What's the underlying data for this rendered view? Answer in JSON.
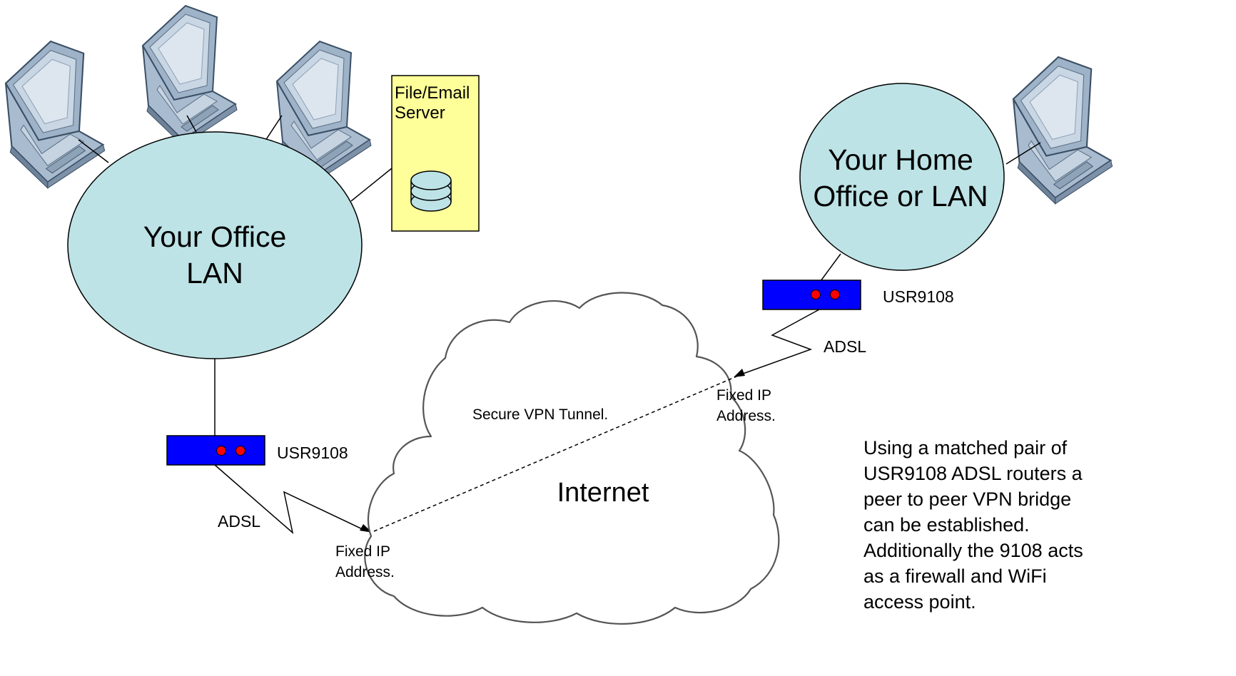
{
  "diagram": {
    "office_lan": {
      "label_line1": "Your Office",
      "label_line2": "LAN"
    },
    "home_lan": {
      "label_line1": "Your Home",
      "label_line2": "Office or LAN"
    },
    "server": {
      "label_line1": "File/Email",
      "label_line2": "Server"
    },
    "router_office": {
      "label": "USR9108"
    },
    "router_home": {
      "label": "USR9108"
    },
    "adsl_office": {
      "label": "ADSL"
    },
    "adsl_home": {
      "label": "ADSL"
    },
    "fixed_ip_office": {
      "line1": "Fixed IP",
      "line2": "Address."
    },
    "fixed_ip_home": {
      "line1": "Fixed IP",
      "line2": "Address."
    },
    "tunnel": {
      "label": "Secure VPN Tunnel."
    },
    "internet": {
      "label": "Internet"
    },
    "description": {
      "lines": [
        "Using a matched pair of",
        "USR9108 ADSL routers a",
        "peer to peer VPN bridge",
        "can be established.",
        "Additionally the 9108 acts",
        "as a firewall and WiFi",
        "access point."
      ]
    },
    "colors": {
      "lan_fill": "#bde3e6",
      "server_fill": "#ffff99",
      "router_fill": "#0000ff",
      "led": "#ff0000"
    }
  }
}
